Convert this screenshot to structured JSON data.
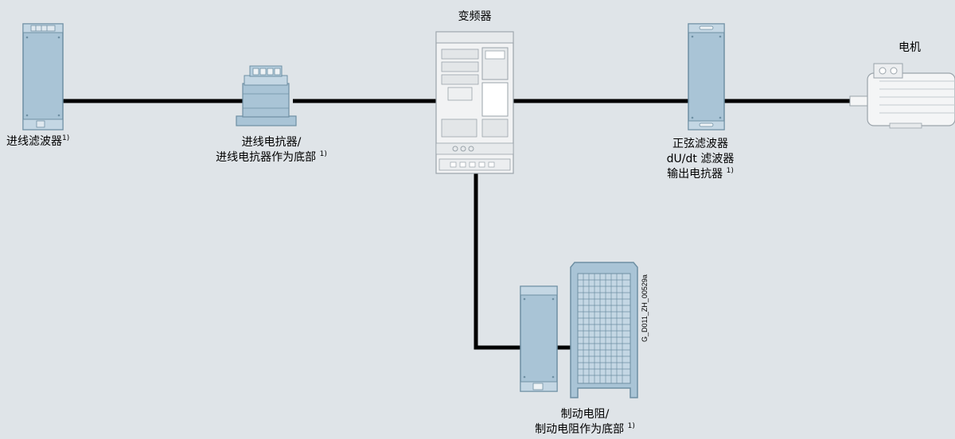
{
  "labels": {
    "line_filter": "进线滤波器",
    "line_filter_note": "1)",
    "line_reactor_1": "进线电抗器/",
    "line_reactor_2": "进线电抗器作为底部",
    "line_reactor_note": "1)",
    "inverter": "变频器",
    "output_1": "正弦滤波器",
    "output_2": "dU/dt 滤波器",
    "output_3": "输出电抗器",
    "output_note": "1)",
    "motor": "电机",
    "brake_1": "制动电阻/",
    "brake_2": "制动电阻作为底部",
    "brake_note": "1)",
    "drawing_code": "G_D011_ZH_00529a"
  },
  "colors": {
    "background": "#dfe4e8",
    "component_fill": "#a9c4d6",
    "component_stroke": "#6e8fa3",
    "cable": "#000000",
    "inverter_fill": "#f2f3f4",
    "motor_fill": "#f4f5f6"
  }
}
